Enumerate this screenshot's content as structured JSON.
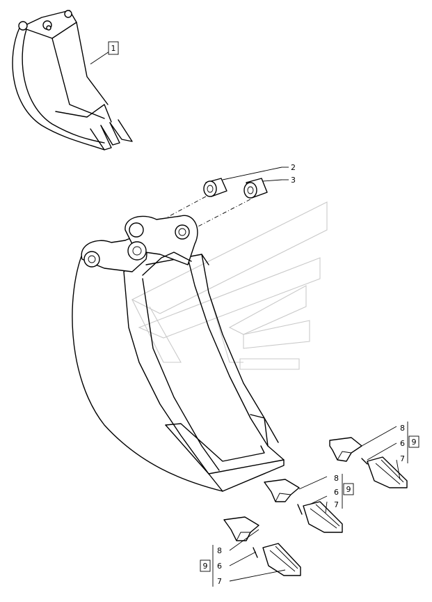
{
  "callouts": {
    "thumbnail_ref": "1",
    "bushing_a": "2",
    "bushing_b": "3",
    "set_upper": {
      "tooth": "7",
      "pin": "6",
      "adapter": "8",
      "group": "9"
    },
    "set_middle": {
      "tooth": "7",
      "pin": "6",
      "adapter": "8",
      "group": "9"
    },
    "set_lower": {
      "tooth": "7",
      "pin": "6",
      "adapter": "8",
      "group": "9"
    }
  },
  "watermark": "CNH wing logo"
}
